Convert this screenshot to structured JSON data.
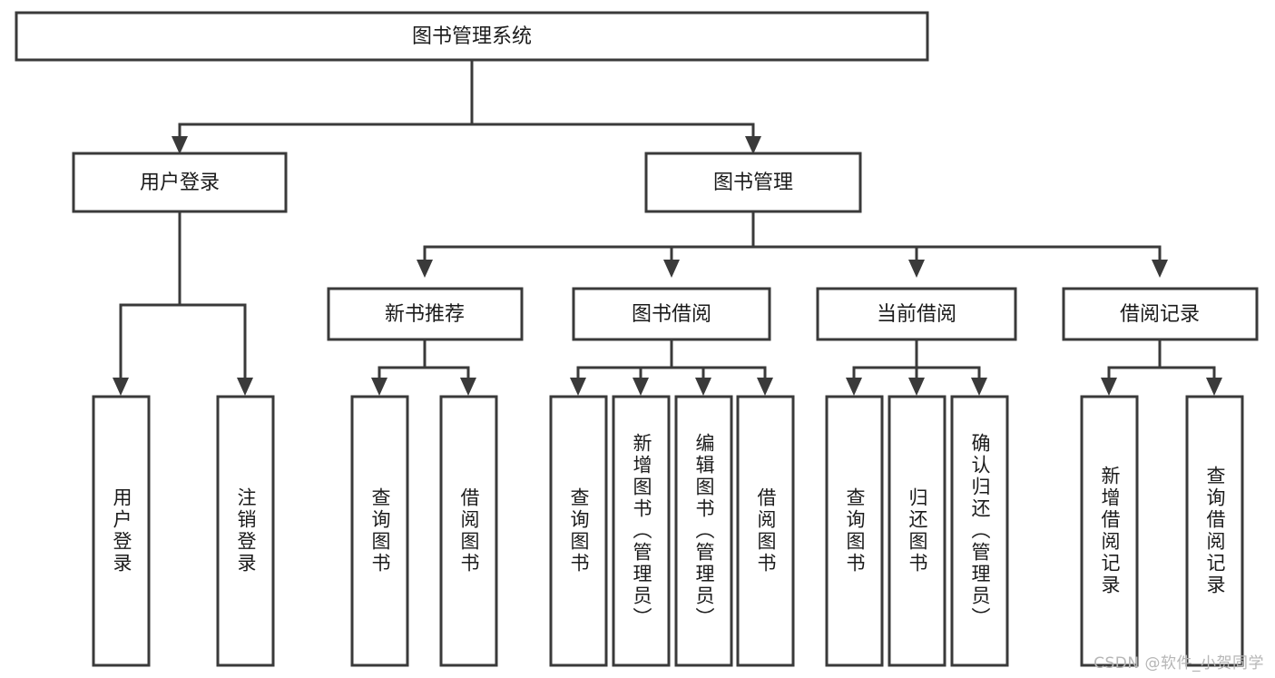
{
  "diagram": {
    "type": "tree",
    "title": "图书管理系统",
    "root": {
      "label": "图书管理系统",
      "id": "root"
    },
    "level2": [
      {
        "id": "user-login",
        "label": "用户登录"
      },
      {
        "id": "book-management",
        "label": "图书管理"
      }
    ],
    "level3": [
      {
        "id": "new-book-recommend",
        "label": "新书推荐",
        "parent": "book-management"
      },
      {
        "id": "book-borrow",
        "label": "图书借阅",
        "parent": "book-management"
      },
      {
        "id": "current-borrow",
        "label": "当前借阅",
        "parent": "book-management"
      },
      {
        "id": "borrow-record",
        "label": "借阅记录",
        "parent": "book-management"
      }
    ],
    "leaves": {
      "user-login": [
        {
          "id": "leaf-user-login",
          "label": "用户登录"
        },
        {
          "id": "leaf-logout",
          "label": "注销登录"
        }
      ],
      "new-book-recommend": [
        {
          "id": "leaf-query-book-1",
          "label": "查询图书"
        },
        {
          "id": "leaf-borrow-book-1",
          "label": "借阅图书"
        }
      ],
      "book-borrow": [
        {
          "id": "leaf-query-book-2",
          "label": "查询图书"
        },
        {
          "id": "leaf-add-book",
          "label": "新增图书（管理员）"
        },
        {
          "id": "leaf-edit-book",
          "label": "编辑图书（管理员）"
        },
        {
          "id": "leaf-borrow-book-2",
          "label": "借阅图书"
        }
      ],
      "current-borrow": [
        {
          "id": "leaf-query-book-3",
          "label": "查询图书"
        },
        {
          "id": "leaf-return-book",
          "label": "归还图书"
        },
        {
          "id": "leaf-confirm-return",
          "label": "确认归还（管理员）"
        }
      ],
      "borrow-record": [
        {
          "id": "leaf-add-record",
          "label": "新增借阅记录"
        },
        {
          "id": "leaf-query-record",
          "label": "查询借阅记录"
        }
      ]
    }
  },
  "watermark": {
    "text": "CSDN @软件_小贺同学"
  },
  "colors": {
    "stroke": "#3a3a3a",
    "fill": "#ffffff",
    "text": "#1b1b1b",
    "watermark": "#b6b6b6"
  }
}
